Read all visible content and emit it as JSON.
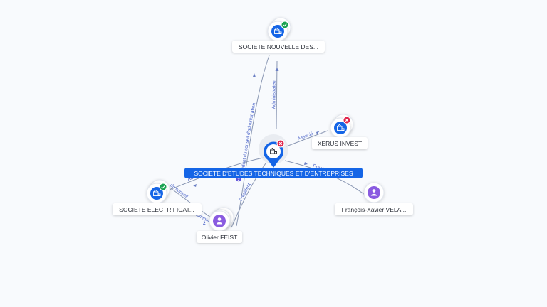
{
  "center": {
    "label": "SOCIETE D'ETUDES TECHNIQUES ET D'ENTREPRISES",
    "icon": "company-icon",
    "status": "closed"
  },
  "nodes": {
    "nouvelle": {
      "label": "SOCIETE NOUVELLE DES...",
      "icon": "company-icon",
      "status": "active"
    },
    "xerus": {
      "label": "XERUS INVEST",
      "icon": "company-icon",
      "status": "closed"
    },
    "electrific": {
      "label": "SOCIETE ELECTRIFICAT...",
      "icon": "company-icon",
      "status": "active"
    },
    "feist": {
      "label": "Olivier FEIST",
      "icon": "person-icon"
    },
    "vela": {
      "label": "François-Xavier VELA...",
      "icon": "person-icon"
    }
  },
  "edges": {
    "admin_nouvelle": "Administrateur",
    "president_conseil": "Président du conseil d'administration",
    "associe": "Associé",
    "president_vela": "Président",
    "admin_electrific": "Administrateur",
    "president_feist": "Président",
    "du_conseil": "du conseil",
    "admin_feist": "Administ",
    "feist_count": "2",
    "center_count": "2"
  },
  "colors": {
    "brand_blue": "#1565e6",
    "person_purple": "#8a5be0",
    "status_green": "#1aa251",
    "status_red": "#e0264c",
    "edge_text": "#4a63c8"
  }
}
